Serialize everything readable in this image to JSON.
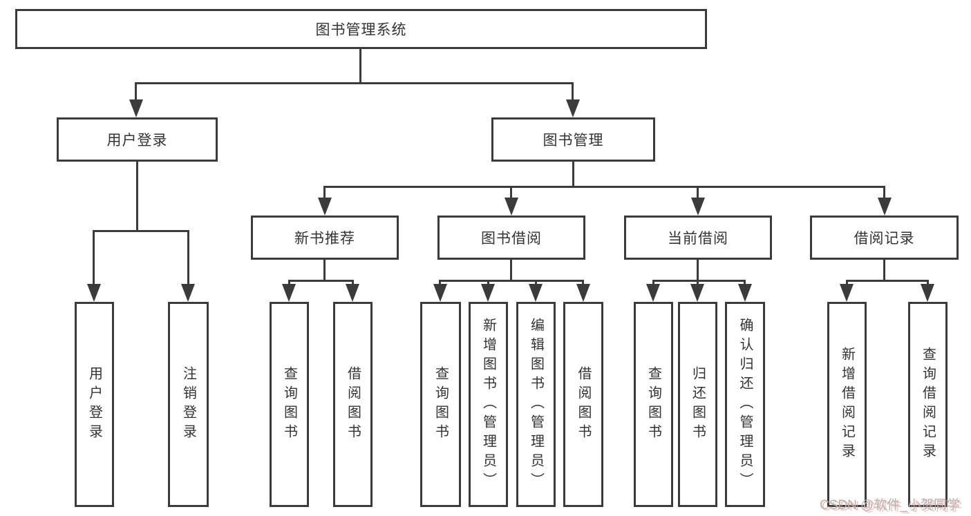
{
  "nodes": {
    "root": "图书管理系统",
    "user_login": "用户登录",
    "book_mgmt": "图书管理",
    "new_book_rec": "新书推荐",
    "book_borrowing": "图书借阅",
    "current_borrowing": "当前借阅",
    "borrowing_records": "借阅记录",
    "leaf_user_login": "用户登录",
    "leaf_logout": "注销登录",
    "leaf_nb_query_books": "查询图书",
    "leaf_nb_borrow_books": "借阅图书",
    "leaf_bb_query_books": "查询图书",
    "leaf_bb_add_books": "新增图书（管理员）",
    "leaf_bb_edit_books": "编辑图书（管理员）",
    "leaf_bb_borrow_books": "借阅图书",
    "leaf_cb_query_books": "查询图书",
    "leaf_cb_return_books": "归还图书",
    "leaf_cb_confirm_return": "确认归还（管理员）",
    "leaf_br_add_record": "新增借阅记录",
    "leaf_br_query_record": "查询借阅记录"
  },
  "watermark": "CSDN @软件_小贺同学",
  "colors": {
    "line": "#3b3b3b",
    "text": "#333333",
    "watermark_gray": "#b3b3b3",
    "watermark_shadow": "#f09690",
    "background": "#ffffff"
  }
}
